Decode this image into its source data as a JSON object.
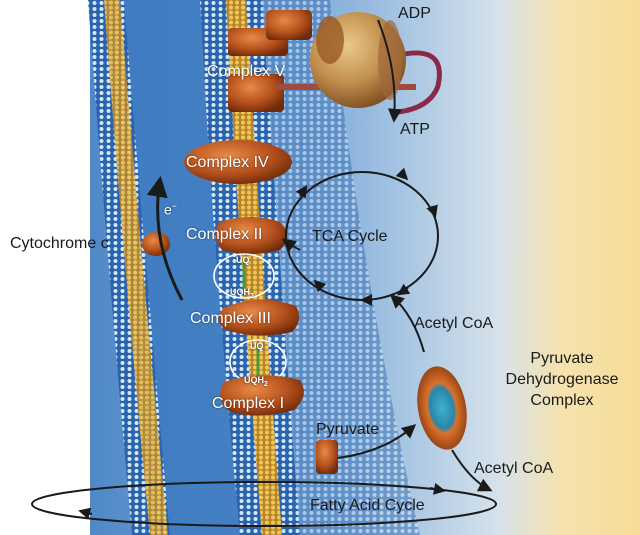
{
  "labels": {
    "adp": "ADP",
    "atp": "ATP",
    "complex_v": "Complex V",
    "complex_iv": "Complex IV",
    "complex_ii": "Complex II",
    "complex_iii": "Complex III",
    "complex_i": "Complex I",
    "cytochrome_c": "Cytochrome c",
    "electron": "e",
    "electron_sup": "−",
    "uq_upper": "UQ",
    "uqh2_upper": "UQH",
    "uq_lower": "UQ",
    "uqh2_lower": "UQH",
    "h2_sub": "2",
    "tca_cycle": "TCA Cycle",
    "acetyl_coa_top": "Acetyl CoA",
    "pdh_line1": "Pyruvate",
    "pdh_line2": "Dehydrogenase",
    "pdh_line3": "Complex",
    "pyruvate": "Pyruvate",
    "acetyl_coa_bottom": "Acetyl CoA",
    "fatty_acid_cycle": "Fatty Acid Cycle"
  },
  "colors": {
    "membrane_blue": "#2f6fb8",
    "membrane_light": "#7fb0dc",
    "lipid_gold": "#d9a93c",
    "protein_orange": "#b8501c",
    "background_cream": "#f7dfa0",
    "arrow_dark": "#1a1a1a"
  }
}
